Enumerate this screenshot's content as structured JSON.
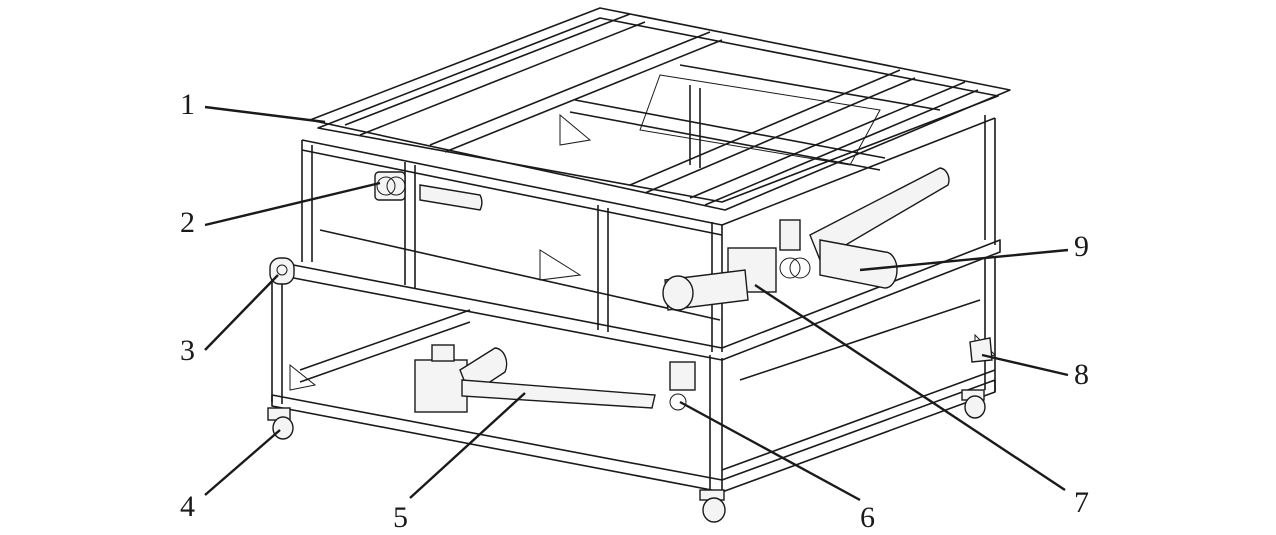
{
  "diagram": {
    "labels": [
      {
        "id": "1",
        "text": "1"
      },
      {
        "id": "2",
        "text": "2"
      },
      {
        "id": "3",
        "text": "3"
      },
      {
        "id": "4",
        "text": "4"
      },
      {
        "id": "5",
        "text": "5"
      },
      {
        "id": "6",
        "text": "6"
      },
      {
        "id": "7",
        "text": "7"
      },
      {
        "id": "8",
        "text": "8"
      },
      {
        "id": "9",
        "text": "9"
      }
    ],
    "colors": {
      "ink": "#1a1a1a",
      "background": "#ffffff"
    }
  }
}
